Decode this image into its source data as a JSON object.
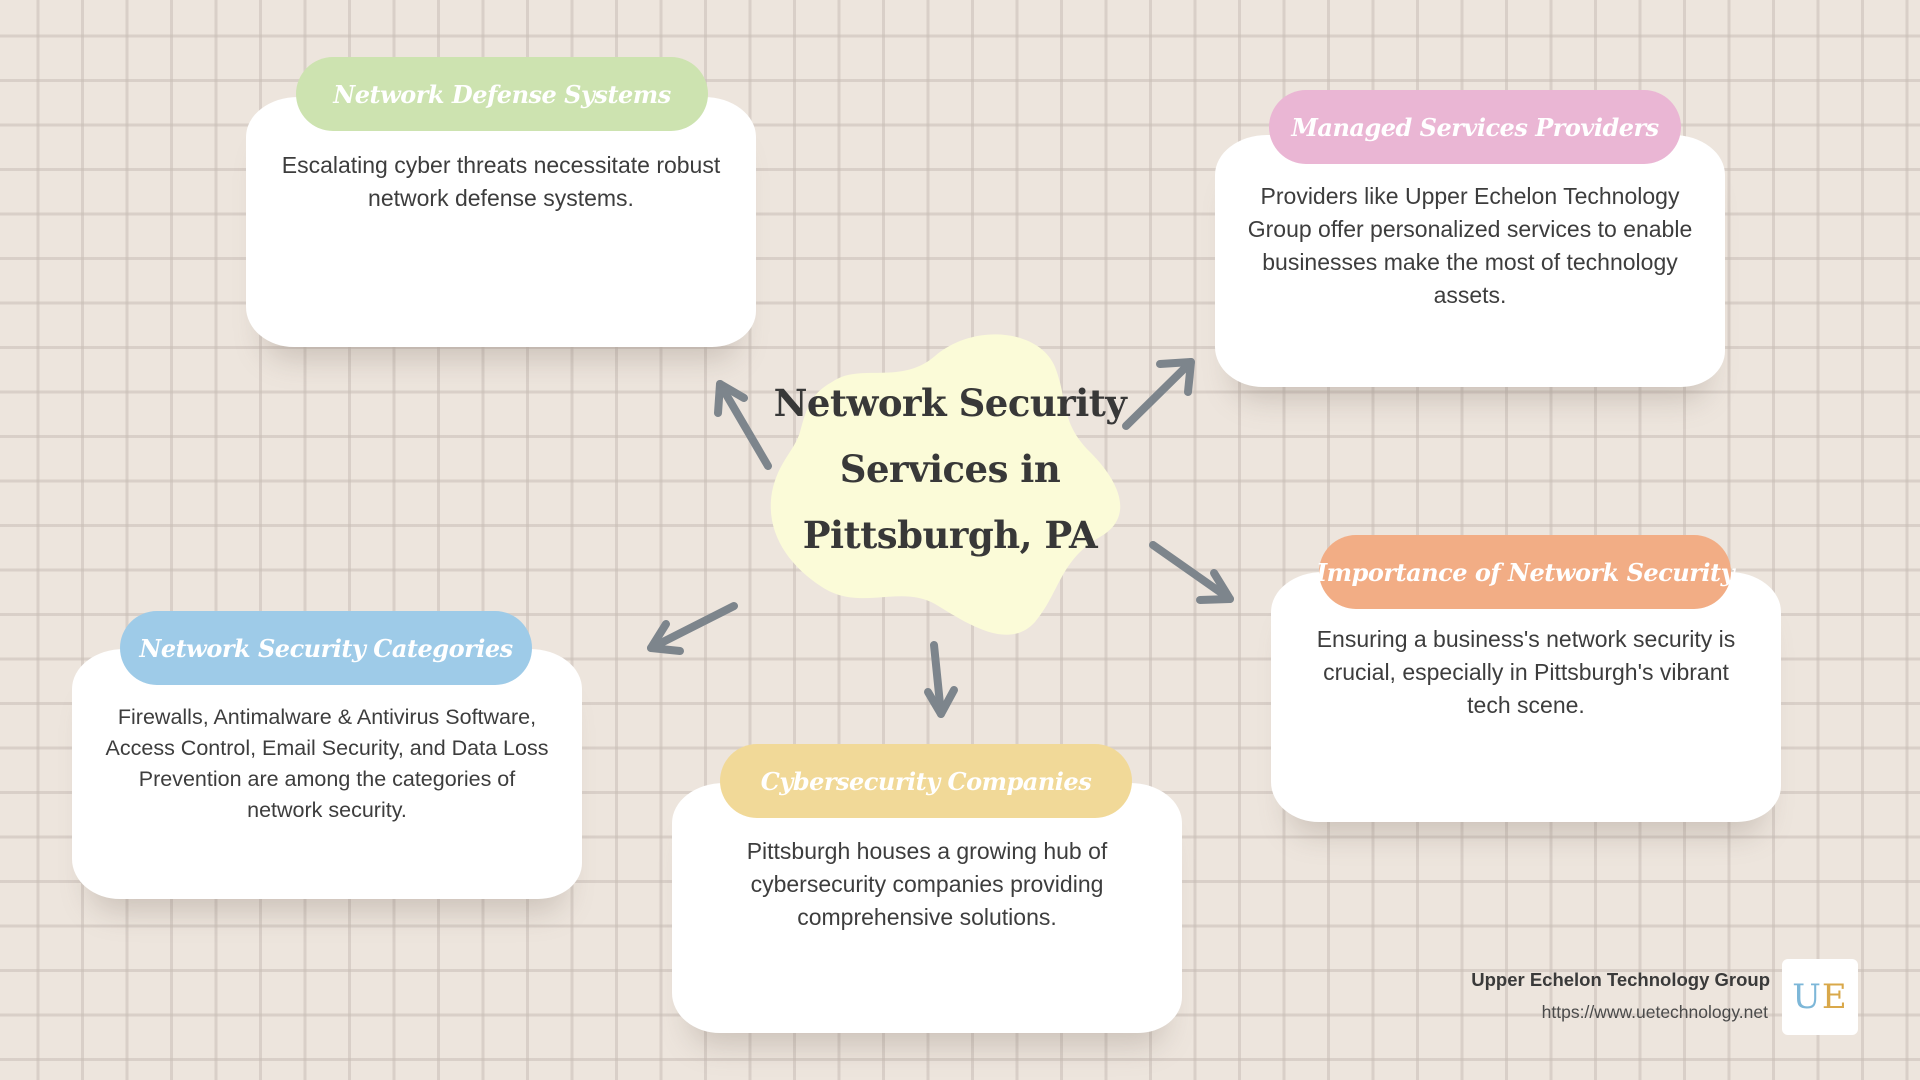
{
  "center": {
    "title_lines": [
      "Network Security",
      "Services in",
      "Pittsburgh, PA"
    ],
    "color": "#fbfbd8"
  },
  "cards": {
    "defense": {
      "title": "Network Defense Systems",
      "text": "Escalating cyber threats necessitate robust network defense systems.",
      "color": "#cde3b0"
    },
    "managed": {
      "title": "Managed Services Providers",
      "text": "Providers like Upper Echelon Technology Group offer personalized services to enable businesses make the most of technology assets.",
      "color": "#eab6d4"
    },
    "importance": {
      "title": "Importance of Network Security",
      "text": "Ensuring a business's network security is crucial, especially in Pittsburgh's vibrant tech scene.",
      "color": "#f2ad85"
    },
    "categories": {
      "title": "Network Security Categories",
      "text": "Firewalls, Antimalware & Antivirus Software, Access Control, Email Security, and Data Loss Prevention are among the categories of network security.",
      "color": "#9ecbe8"
    },
    "cyber": {
      "title": "Cybersecurity Companies",
      "text": "Pittsburgh houses a growing hub of cybersecurity companies providing comprehensive solutions.",
      "color": "#f1d998"
    }
  },
  "brand": {
    "name": "Upper Echelon Technology Group",
    "url": "https://www.uetechnology.net",
    "logo_u": "U",
    "logo_e": "E"
  },
  "arrow_color": "#7d858c"
}
